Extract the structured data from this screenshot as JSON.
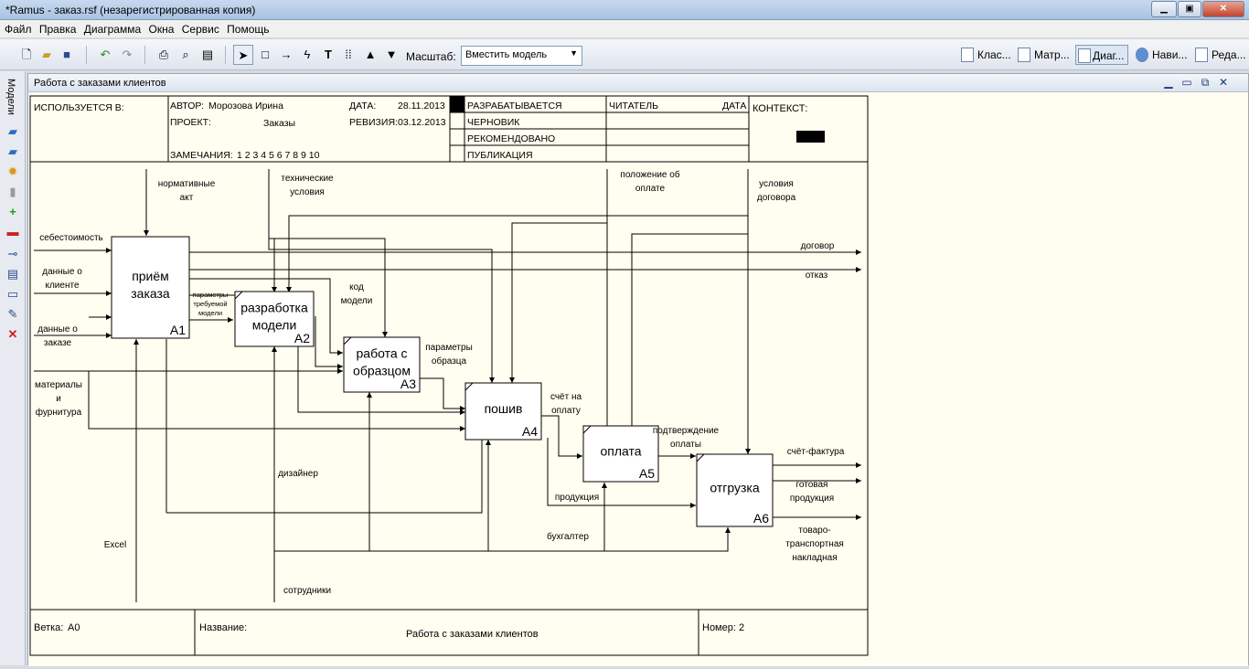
{
  "window": {
    "title": "*Ramus - заказ.rsf (незарегистрированная копия)"
  },
  "menu": [
    "Файл",
    "Правка",
    "Диаграмма",
    "Окна",
    "Сервис",
    "Помощь"
  ],
  "toolbar": {
    "scale_label": "Масштаб:",
    "scale_value": "Вместить модель",
    "right_tabs": [
      "Клас...",
      "Матр...",
      "Диаг...",
      "Нави...",
      "Реда..."
    ]
  },
  "left_panel": {
    "label": "Модели"
  },
  "document": {
    "title": "Работа с заказами клиентов"
  },
  "header": {
    "used_in": "ИСПОЛЬЗУЕТСЯ В:",
    "author_label": "АВТОР:",
    "author": "Морозова Ирина",
    "project_label": "ПРОЕКТ:",
    "project": "Заказы",
    "notes_label": "ЗАМЕЧАНИЯ:",
    "notes": "1 2 3 4 5 6 7 8 9 10",
    "date_label": "ДАТА:",
    "date": "28.11.2013",
    "rev_label": "РЕВИЗИЯ:",
    "rev": "03.12.2013",
    "status": [
      "РАЗРАБАТЫВАЕТСЯ",
      "ЧЕРНОВИК",
      "РЕКОМЕНДОВАНО",
      "ПУБЛИКАЦИЯ"
    ],
    "reader": "ЧИТАТЕЛЬ",
    "reader_date": "ДАТА",
    "context": "КОНТЕКСТ:"
  },
  "footer": {
    "node_label": "Ветка:",
    "node": "А0",
    "name_label": "Название:",
    "name": "Работа с заказами клиентов",
    "number_label": "Номер:",
    "number": "2"
  },
  "diagram": {
    "activities": [
      {
        "id": "a1",
        "name": [
          "приём",
          "заказа"
        ],
        "num": "А1"
      },
      {
        "id": "a2",
        "name": [
          "разработка",
          "модели"
        ],
        "num": "А2"
      },
      {
        "id": "a3",
        "name": [
          "работа с",
          "образцом"
        ],
        "num": "А3"
      },
      {
        "id": "a4",
        "name": [
          "пошив"
        ],
        "num": "А4"
      },
      {
        "id": "a5",
        "name": [
          "оплата"
        ],
        "num": "А5"
      },
      {
        "id": "a6",
        "name": [
          "отгрузка"
        ],
        "num": "А6"
      }
    ],
    "labels": [
      {
        "id": "normative",
        "lines": [
          "нормативные",
          "акт"
        ]
      },
      {
        "id": "tech",
        "lines": [
          "технические",
          "условия"
        ]
      },
      {
        "id": "payment_terms",
        "lines": [
          "положение об",
          "оплате"
        ]
      },
      {
        "id": "contract_terms",
        "lines": [
          "условия",
          "договора"
        ]
      },
      {
        "id": "cost",
        "lines": [
          "себестоимость"
        ]
      },
      {
        "id": "client_data",
        "lines": [
          "данные о",
          "клиенте"
        ]
      },
      {
        "id": "order_data",
        "lines": [
          "данные о",
          "заказе"
        ]
      },
      {
        "id": "materials",
        "lines": [
          "материалы",
          "и",
          "фурнитура"
        ]
      },
      {
        "id": "contract",
        "lines": [
          "договор"
        ]
      },
      {
        "id": "refusal",
        "lines": [
          "отказ"
        ]
      },
      {
        "id": "model_params",
        "lines": [
          "параметры",
          "требуемой",
          "модели"
        ]
      },
      {
        "id": "model_code",
        "lines": [
          "код",
          "модели"
        ]
      },
      {
        "id": "sample_params",
        "lines": [
          "параметры",
          "образца"
        ]
      },
      {
        "id": "invoice_pay",
        "lines": [
          "счёт на",
          "оплату"
        ]
      },
      {
        "id": "pay_confirm",
        "lines": [
          "подтверждение",
          "оплаты"
        ]
      },
      {
        "id": "invoice_final",
        "lines": [
          "счёт-фактура"
        ]
      },
      {
        "id": "finished",
        "lines": [
          "готовая",
          "продукция"
        ]
      },
      {
        "id": "waybill",
        "lines": [
          "товаро-",
          "транспортная",
          "накладная"
        ]
      },
      {
        "id": "product",
        "lines": [
          "продукция"
        ]
      },
      {
        "id": "designer",
        "lines": [
          "дизайнер"
        ]
      },
      {
        "id": "accountant",
        "lines": [
          "бухгалтер"
        ]
      },
      {
        "id": "excel",
        "lines": [
          "Excel"
        ]
      },
      {
        "id": "staff",
        "lines": [
          "сотрудники"
        ]
      }
    ]
  }
}
